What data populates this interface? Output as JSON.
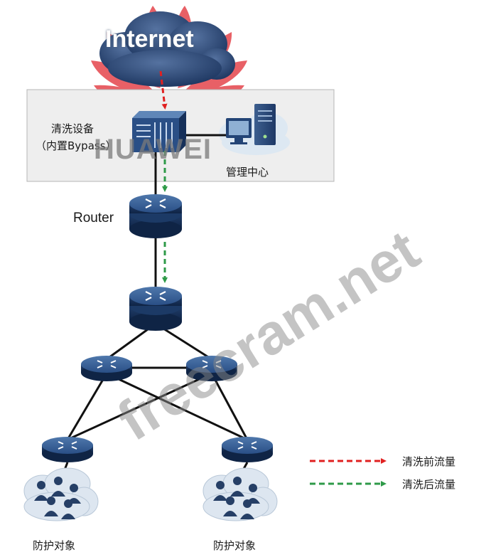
{
  "cloud": {
    "label": "Internet"
  },
  "cleaning_device": {
    "line1": "清洗设备",
    "line2": "（内置Bypass）"
  },
  "management": {
    "label": "管理中心"
  },
  "router": {
    "label": "Router"
  },
  "protected_objects": [
    {
      "label": "防护对象"
    },
    {
      "label": "防护对象"
    }
  ],
  "legend": {
    "items": [
      {
        "label": "清洗前流量",
        "color": "#e02020"
      },
      {
        "label": "清洗后流量",
        "color": "#2e9a48"
      }
    ]
  },
  "watermarks": {
    "brand": "HUAWEI",
    "site": "freecram.net"
  },
  "colors": {
    "before_clean": "#e02020",
    "after_clean": "#2e9a48",
    "router_body": "#1f3f6e",
    "cloud_fill": "#1d3a6a",
    "zone_fill": "#eeeeee",
    "brand_petal": "#e0242c"
  }
}
